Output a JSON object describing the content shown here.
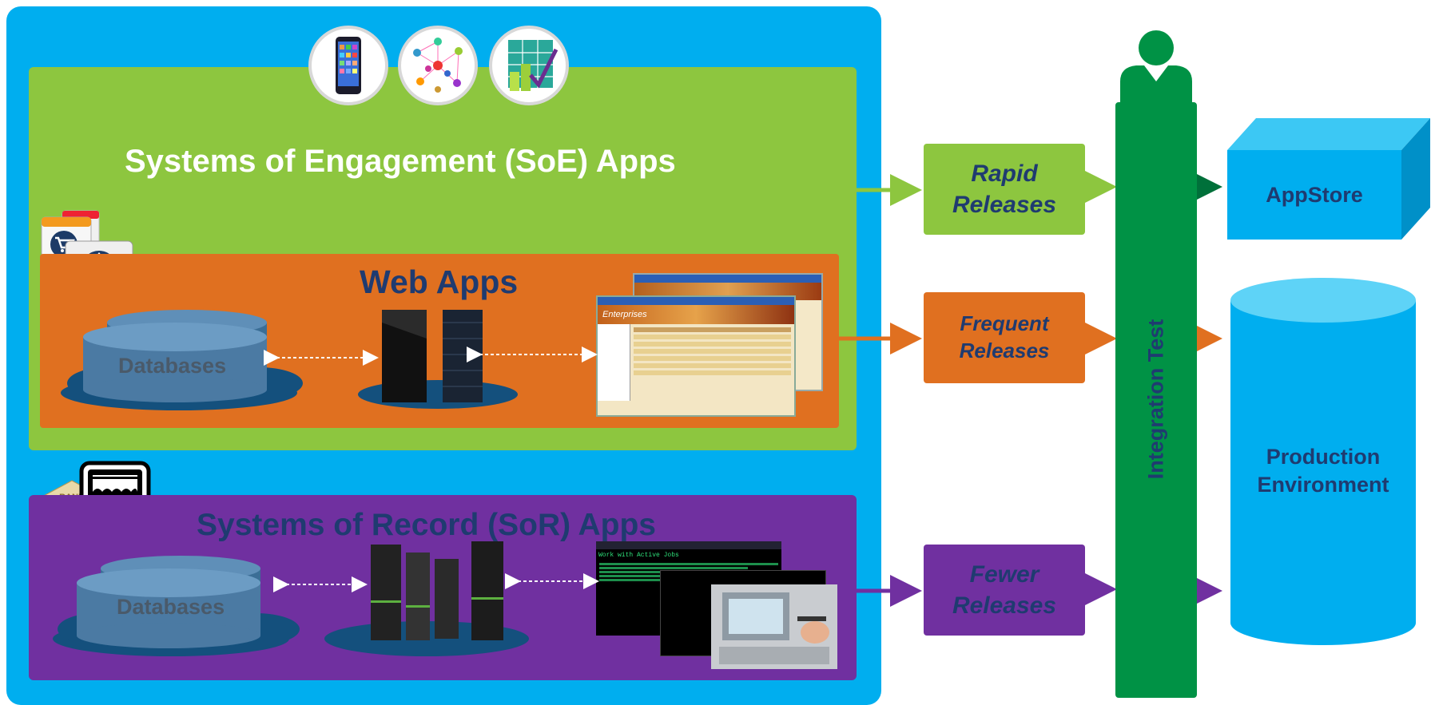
{
  "soe": {
    "title": "Systems of Engagement (SoE) Apps"
  },
  "web": {
    "title": "Web Apps",
    "db_label": "Databases"
  },
  "sor": {
    "title": "Systems of Record (SoR) Apps",
    "db_label": "Databases",
    "bank_sign": "BANK"
  },
  "releases": {
    "rapid": "Rapid Releases",
    "frequent": "Frequent Releases",
    "fewer": "Fewer Releases"
  },
  "integration": {
    "label": "Integration Test"
  },
  "appstore": {
    "label": "AppStore"
  },
  "production": {
    "label": "Production Environment"
  },
  "screens": {
    "web_app_title": "Enterprises",
    "terminal_header": "Work with Active Jobs"
  },
  "icons": [
    "mobile-phone-icon",
    "social-network-icon",
    "analytics-chart-icon",
    "shopping-cart-icon",
    "email-icon",
    "bank-icon",
    "store-icon",
    "user-icon"
  ],
  "colors": {
    "outer": "#00AEEF",
    "soe": "#8DC63F",
    "web": "#E07020",
    "sor": "#7030A0",
    "integration": "#009245",
    "title_navy": "#1F3B70"
  }
}
